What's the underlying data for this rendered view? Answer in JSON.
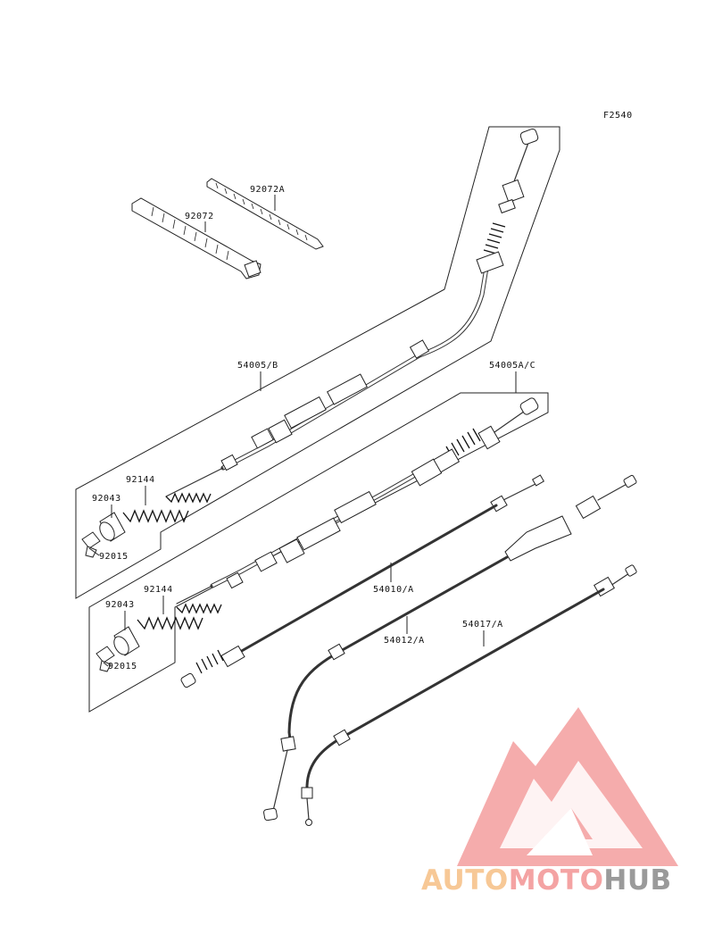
{
  "diagram": {
    "figure_code": "F2540",
    "part_numbers": {
      "band_a": "92072A",
      "band": "92072",
      "cable_throttle_b": "54005/B",
      "cable_throttle_ac": "54005A/C",
      "collar_1": "92043",
      "spring_1": "92144",
      "nut_1": "92015",
      "collar_2": "92043",
      "spring_2": "92144",
      "nut_2": "92015",
      "cable_choke": "54010/A",
      "cable_clutch": "54012/A",
      "cable_brake": "54017/A"
    }
  },
  "watermark": {
    "word_auto": "AUTO",
    "word_moto": "MOTO",
    "word_hub": "HUB",
    "colors": {
      "auto": "#f7c896",
      "moto": "#f4a3a3",
      "hub": "#9a9a9a",
      "logo": "#f4a3a3"
    }
  }
}
